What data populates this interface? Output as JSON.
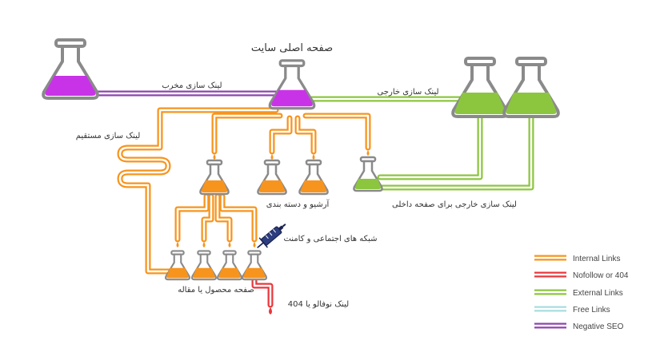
{
  "labels": {
    "main_page": "صفحه اصلی سایت",
    "toxic_link": "لینک سازی مخرب",
    "external_link": "لینک سازی خارجی",
    "direct_link": "لینک سازی مستقیم",
    "archive_category": "آرشیو و دسته بندی",
    "external_internal_page": "لینک سازی خارجی برای صفحه داخلی",
    "social_comment": "شبکه های اجتماعی و کامنت",
    "product_article": "صفحه محصول یا مقاله",
    "nofollow_404": "لینک نوفالو یا 404"
  },
  "legend": [
    {
      "label": "Internal Links",
      "color": "#f7941d"
    },
    {
      "label": "Nofollow or 404",
      "color": "#e8383d"
    },
    {
      "label": "External Links",
      "color": "#8cc63f"
    },
    {
      "label": "Free Links",
      "color": "#a8dde0"
    },
    {
      "label": "Negative SEO",
      "color": "#8e44ad"
    }
  ],
  "colors": {
    "orange": "#f7941d",
    "green": "#8cc63f",
    "purple": "#8e44ad",
    "magenta": "#c933e8",
    "red": "#e8383d",
    "glass": "#8a8a8a"
  },
  "icons": [
    "flask-icon",
    "syringe-icon",
    "drop-icon"
  ]
}
